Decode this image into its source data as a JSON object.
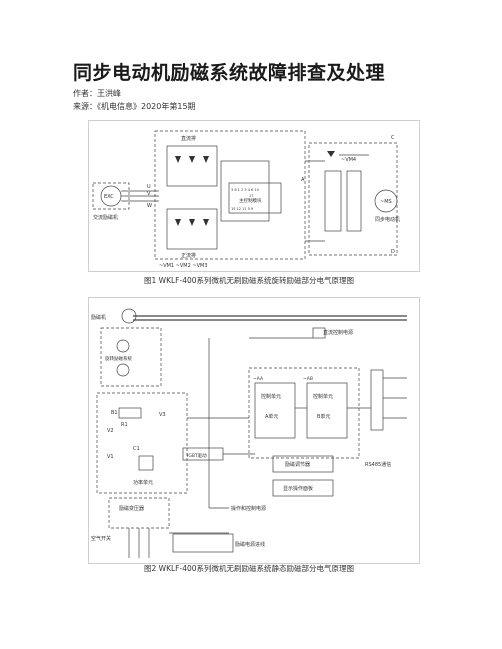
{
  "article": {
    "title": "同步电动机励磁系统故障排查及处理",
    "author": "作者：王洪峰",
    "source": "来源：《机电信息》2020年第15期"
  },
  "figure1": {
    "caption": "图1    WKLF-400系列微机无刷励磁系统旋转励磁部分电气原理图",
    "labels": {
      "top_bridge": "直流排",
      "bottom_bridge": "正流排",
      "exc": "EXC",
      "exc_label": "交流励磁机",
      "u": "U",
      "v": "V",
      "w": "W",
      "module": "主控制模块",
      "pins_top": "3  6  1  2  3 4 6    10",
      "pins_mid": "17",
      "pins_bottom": "15 12 11         5    9",
      "a": "A",
      "vm": "~VM1  ~VM2  ~VM3",
      "vm4": "~VM4",
      "c": "C",
      "d": "D",
      "ms": "~MS",
      "motor": "同步电动机"
    }
  },
  "figure2": {
    "caption": "图2    WKLF-400系列微机无刷励磁系统静态励磁部分电气原理图",
    "labels": {
      "exciter_machine": "励磁机",
      "rotating_system": "旋转励磁系统",
      "dc_control_power": "直流控制电源",
      "b1": "B1",
      "r1": "R1",
      "v2": "V2",
      "v3": "V3",
      "c1": "C1",
      "v1": "V1",
      "igbt": "IGBT驱动",
      "power_unit": "功率单元",
      "ctrl_a": "控制单元",
      "unit_a": "A单元",
      "ctrl_b": "控制单元",
      "unit_b": "B单元",
      "aa": "~AA",
      "ab": "~AB",
      "regulator": "励磁调节器",
      "rs485": "RS485通信",
      "display": "显示操作面板",
      "exc_transformer": "励磁变压器",
      "ops_power": "操作和控制电源",
      "air_switch": "空气开关",
      "exc_power_line": "励磁电源进线"
    }
  }
}
